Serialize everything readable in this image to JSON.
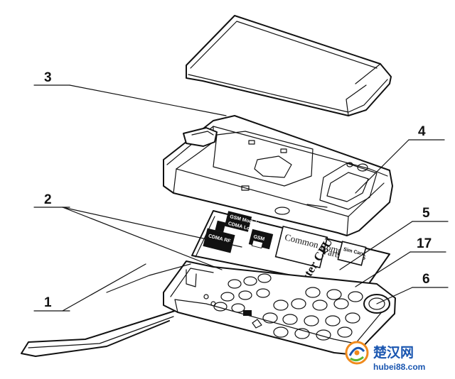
{
  "callouts": [
    {
      "id": "1",
      "label": "1"
    },
    {
      "id": "2",
      "label": "2"
    },
    {
      "id": "3",
      "label": "3"
    },
    {
      "id": "4",
      "label": "4"
    },
    {
      "id": "5",
      "label": "5"
    },
    {
      "id": "6",
      "label": "6"
    },
    {
      "id": "17",
      "label": "17"
    }
  ],
  "board": {
    "chip_1": "GSM Module",
    "chip_2": "CDMA Logic",
    "chip_3": "CDMA RF",
    "chip_4": "GSM",
    "common": "Common Components",
    "parts": "Parts",
    "sim": "Sim Card",
    "cpu": "Master CPU"
  },
  "watermark": {
    "text_cn": "楚汉网",
    "url": "hubei88.com",
    "colors": {
      "blue": "#1a56b0",
      "orange": "#f08a1c",
      "green": "#5cb531"
    }
  }
}
